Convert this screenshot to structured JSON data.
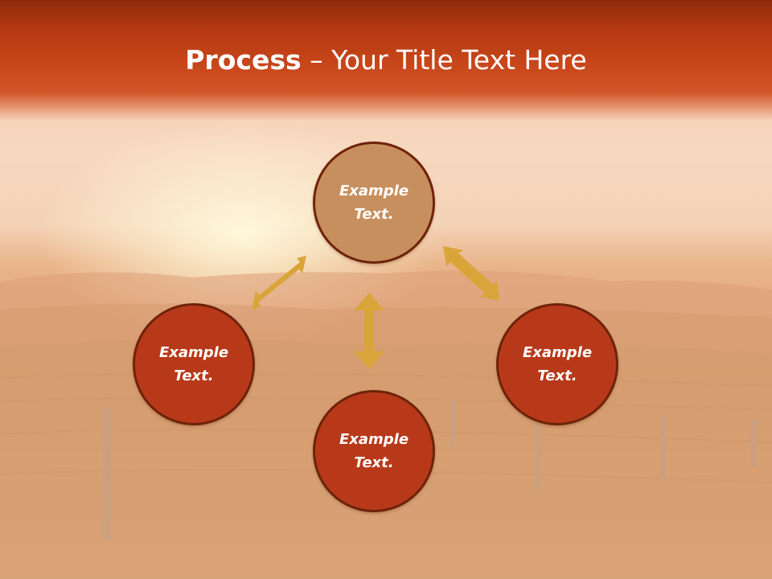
{
  "slide": {
    "title_bold": "Process",
    "title_rest": " – Your Title Text Here"
  },
  "nodes": {
    "top": {
      "line1": "Example",
      "line2": "Text."
    },
    "left": {
      "line1": "Example",
      "line2": "Text."
    },
    "bottom": {
      "line1": "Example",
      "line2": "Text."
    },
    "right": {
      "line1": "Example",
      "line2": "Text."
    }
  },
  "colors": {
    "header": "#b43811",
    "top_circle": "#c88f5e",
    "other_circles": "#b8391a",
    "circle_border": "#6e2308",
    "arrows": "#d9a53a"
  }
}
